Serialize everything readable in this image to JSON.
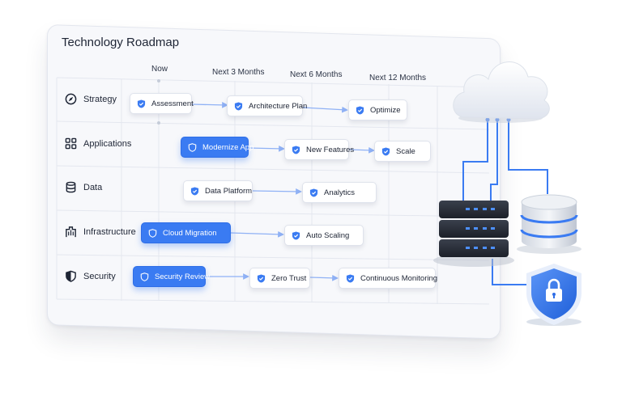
{
  "title": "Technology Roadmap",
  "columns": [
    "Now",
    "Next 3 Months",
    "Next 6 Months",
    "Next 12 Months"
  ],
  "rows": [
    {
      "label": "Strategy",
      "icon": "rocket-icon"
    },
    {
      "label": "Applications",
      "icon": "apps-grid-icon"
    },
    {
      "label": "Data",
      "icon": "database-icon"
    },
    {
      "label": "Infrastructure",
      "icon": "building-icon"
    },
    {
      "label": "Security",
      "icon": "shield-icon"
    }
  ],
  "cards": {
    "strategy": [
      "Assessment",
      "Architecture Plan",
      "Optimize"
    ],
    "applications": [
      "Modernize App",
      "New Features",
      "Scale"
    ],
    "data": [
      "Data Platform",
      "Analytics"
    ],
    "infrastructure": [
      "Cloud Migration",
      "Auto Scaling"
    ],
    "security": [
      "Security Review",
      "Zero Trust",
      "Continuous Monitoring"
    ]
  },
  "colors": {
    "accent": "#3a7bf2",
    "connector": "#8fb1f5",
    "shield": "#2f6ee6"
  }
}
